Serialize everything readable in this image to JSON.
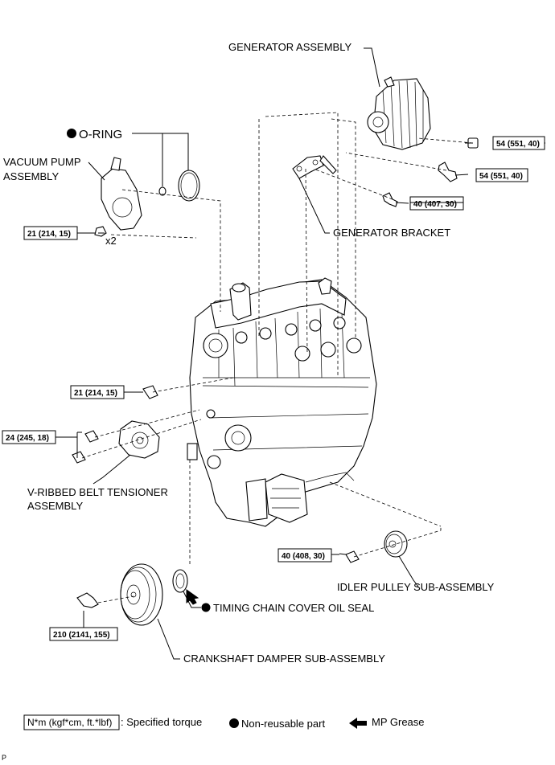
{
  "labels": {
    "generator_assembly": "GENERATOR ASSEMBLY",
    "o_ring": "O-RING",
    "vacuum_pump_line1": "VACUUM PUMP",
    "vacuum_pump_line2": "ASSEMBLY",
    "generator_bracket": "GENERATOR BRACKET",
    "tensioner_line1": "V-RIBBED BELT TENSIONER",
    "tensioner_line2": "ASSEMBLY",
    "idler_pulley": "IDLER PULLEY SUB-ASSEMBLY",
    "timing_chain_seal": "TIMING CHAIN COVER OIL SEAL",
    "crankshaft_damper": "CRANKSHAFT DAMPER SUB-ASSEMBLY",
    "x2": "x2",
    "corner_mark": "P"
  },
  "torques": {
    "gen_nut": "54 (551, 40)",
    "gen_bolt": "54 (551, 40)",
    "bracket_bolt": "40 (407, 30)",
    "vacuum_bolt": "21 (214, 15)",
    "block_bolt": "21 (214, 15)",
    "tensioner_bolt": "24 (245, 18)",
    "idler_bolt": "40 (408, 30)",
    "crank_bolt": "210 (2141, 155)"
  },
  "legend": {
    "torque_unit": "N*m (kgf*cm, ft.*lbf)",
    "torque_text": ": Specified torque",
    "nonreusable": "Non-reusable part",
    "grease": "MP Grease"
  }
}
